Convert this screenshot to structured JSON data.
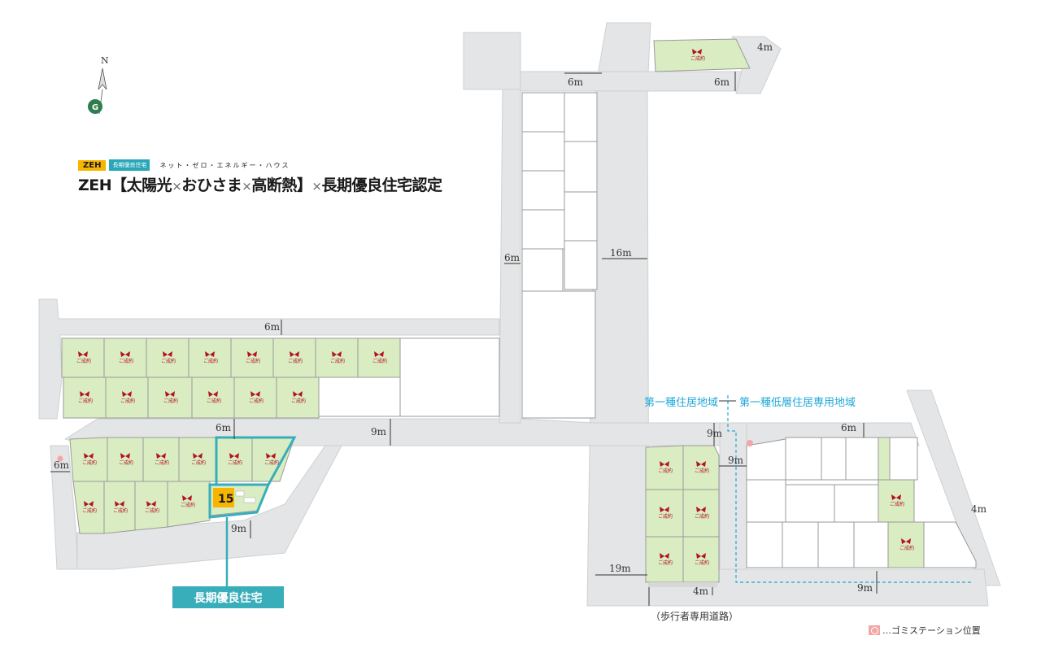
{
  "compass": {
    "north": "N",
    "logo": "G"
  },
  "header": {
    "badge_zeh": "ZEH",
    "badge_cert": "長期優良住宅",
    "subtitle": "ネット・ゼロ・エネルギー・ハウス",
    "title_zeh": "ZEH",
    "title_part1": "【太陽光",
    "title_x1": "×",
    "title_part2": "おひさま",
    "title_x2": "×",
    "title_part3": "高断熱】",
    "title_x3": "×",
    "title_part4": "長期優良住宅認定"
  },
  "lot_label": "ご成約",
  "lot_number": "15",
  "callout": "長期優良住宅",
  "zones": {
    "left": "第一種住居地域",
    "right": "第一種低層住居専用地域"
  },
  "dimensions": {
    "d_4m_top": "4m",
    "d_6m_top_left": "6m",
    "d_6m_top_right": "6m",
    "d_6m_vertical": "6m",
    "d_16m": "16m",
    "d_6m_upper_row": "6m",
    "d_6m_mid": "6m",
    "d_9m_mid": "9m",
    "d_6m_left": "6m",
    "d_9m_lower_left": "9m",
    "d_19m": "19m",
    "d_9m_right_top": "9m",
    "d_9m_right_side": "9m",
    "d_6m_right_cluster": "6m",
    "d_4m_right": "4m",
    "d_4m_bottom": "4m",
    "d_9m_bottom": "9m"
  },
  "pedestrian_road": "（歩行者専用道路）",
  "legend": "…ゴミステーション位置",
  "colors": {
    "lot_green": "#d9ecc2",
    "road_gray": "#e4e5e6",
    "highlight_teal": "#38aebb",
    "zone_blue": "#1fa8d8",
    "contract_red": "#b3121f"
  }
}
